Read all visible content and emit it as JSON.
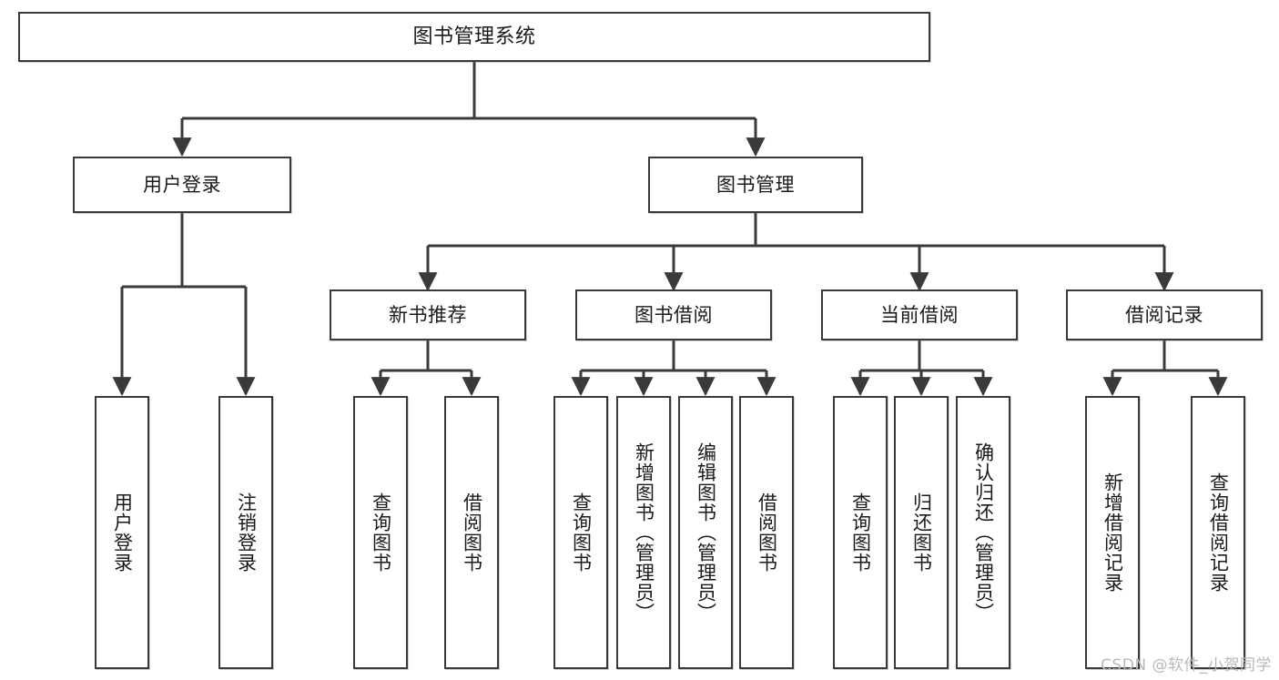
{
  "diagram": {
    "type": "tree",
    "title": "图书管理系统",
    "watermark": "CSDN @软件_小贺同学",
    "colors": {
      "node_border": "#3a3a3a",
      "node_fill": "#ffffff",
      "edge": "#3a3a3a",
      "text": "#1a1a1a",
      "watermark": "#b9b9b9",
      "background": "#ffffff"
    },
    "levels": {
      "root": "图书管理系统",
      "level2": [
        "用户登录",
        "图书管理"
      ],
      "level3": [
        "新书推荐",
        "图书借阅",
        "当前借阅",
        "借阅记录"
      ]
    },
    "nodes": {
      "root": {
        "label": "图书管理系统"
      },
      "user_login": {
        "label": "用户登录"
      },
      "book_manage": {
        "label": "图书管理"
      },
      "new_book_rec": {
        "label": "新书推荐"
      },
      "book_borrow": {
        "label": "图书借阅"
      },
      "current_borrow": {
        "label": "当前借阅"
      },
      "borrow_record": {
        "label": "借阅记录"
      },
      "leaf_user_login": {
        "label": "用户登录"
      },
      "leaf_logout": {
        "label": "注销登录"
      },
      "leaf_query_book_1": {
        "label": "查询图书"
      },
      "leaf_borrow_book_1": {
        "label": "借阅图书"
      },
      "leaf_query_book_2": {
        "label": "查询图书"
      },
      "leaf_add_book": {
        "label": "新增图书（管理员）"
      },
      "leaf_edit_book": {
        "label": "编辑图书（管理员）"
      },
      "leaf_borrow_book_2": {
        "label": "借阅图书"
      },
      "leaf_query_book_3": {
        "label": "查询图书"
      },
      "leaf_return_book": {
        "label": "归还图书"
      },
      "leaf_confirm_return": {
        "label": "确认归还（管理员）"
      },
      "leaf_add_record": {
        "label": "新增借阅记录"
      },
      "leaf_query_record": {
        "label": "查询借阅记录"
      }
    },
    "edges": [
      {
        "from": "root",
        "to": "用户登录"
      },
      {
        "from": "root",
        "to": "图书管理"
      },
      {
        "from": "用户登录",
        "to": "用户登录(叶)"
      },
      {
        "from": "用户登录",
        "to": "注销登录"
      },
      {
        "from": "图书管理",
        "to": "新书推荐"
      },
      {
        "from": "图书管理",
        "to": "图书借阅"
      },
      {
        "from": "图书管理",
        "to": "当前借阅"
      },
      {
        "from": "图书管理",
        "to": "借阅记录"
      },
      {
        "from": "新书推荐",
        "to": "查询图书"
      },
      {
        "from": "新书推荐",
        "to": "借阅图书"
      },
      {
        "from": "图书借阅",
        "to": "查询图书"
      },
      {
        "from": "图书借阅",
        "to": "新增图书（管理员）"
      },
      {
        "from": "图书借阅",
        "to": "编辑图书（管理员）"
      },
      {
        "from": "图书借阅",
        "to": "借阅图书"
      },
      {
        "from": "当前借阅",
        "to": "查询图书"
      },
      {
        "from": "当前借阅",
        "to": "归还图书"
      },
      {
        "from": "当前借阅",
        "to": "确认归还（管理员）"
      },
      {
        "from": "借阅记录",
        "to": "新增借阅记录"
      },
      {
        "from": "借阅记录",
        "to": "查询借阅记录"
      }
    ]
  }
}
